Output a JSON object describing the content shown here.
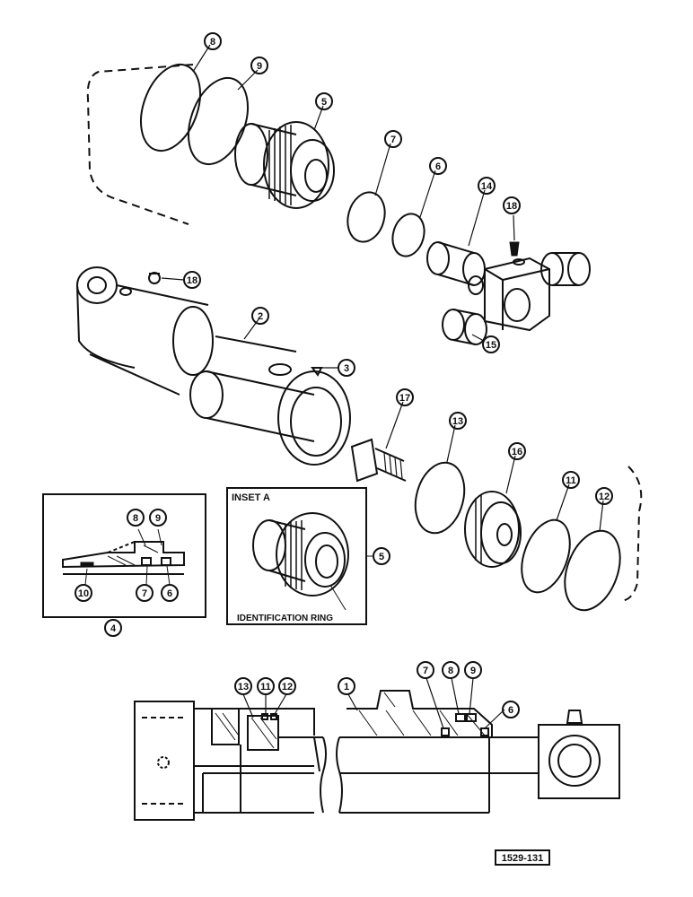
{
  "callouts": [
    "1",
    "2",
    "3",
    "4",
    "5",
    "5",
    "6",
    "6",
    "7",
    "7",
    "8",
    "8",
    "9",
    "9",
    "10",
    "11",
    "11",
    "12",
    "12",
    "13",
    "13",
    "14",
    "15",
    "16",
    "17",
    "18",
    "18",
    "6",
    "7",
    "8",
    "9"
  ],
  "inset_title": "INSET A",
  "inset_caption": "IDENTIFICATION RING",
  "figure_code": "1529-131"
}
